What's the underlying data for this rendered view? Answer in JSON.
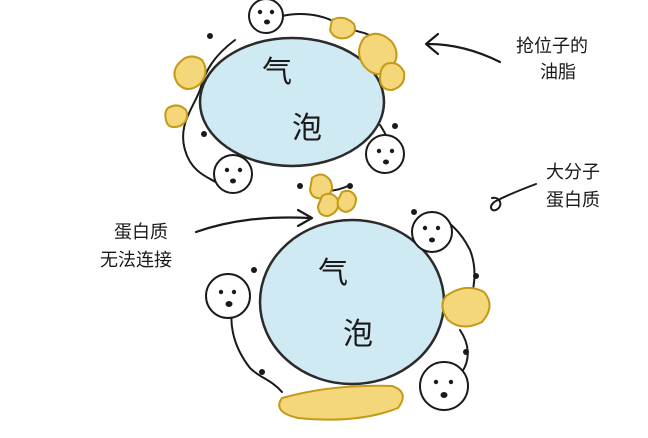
{
  "bubbles": [
    {
      "chars": [
        "气",
        "泡"
      ]
    },
    {
      "chars": [
        "气",
        "泡"
      ]
    }
  ],
  "annotations": {
    "top_right": {
      "lines": [
        "抢位子的",
        "油脂"
      ]
    },
    "mid_right": {
      "lines": [
        "大分子",
        "蛋白质"
      ]
    },
    "left": {
      "lines": [
        "蛋白质",
        "无法连接"
      ]
    }
  },
  "colors": {
    "bubble_fill": "#cfeaf3",
    "bubble_stroke": "#2b2b2b",
    "fat_fill": "#f3d77a",
    "fat_stroke": "#c49a17",
    "ink": "#1a1a1a"
  }
}
